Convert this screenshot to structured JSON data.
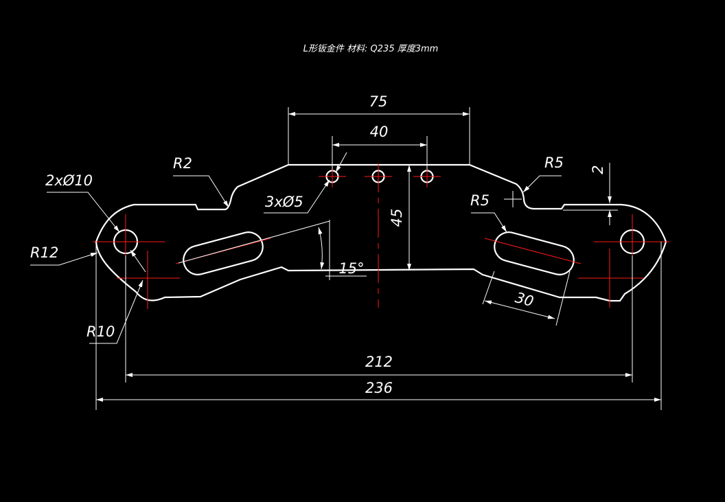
{
  "title": "L形钣金件  材料: Q235  厚度3mm",
  "dimensions": {
    "width_75": "75",
    "spacing_40": "40",
    "height_45": "45",
    "angle_15": "15°",
    "slot_30": "30",
    "thickness_2": "2",
    "center_212": "212",
    "overall_236": "236"
  },
  "callouts": {
    "r2": "R2",
    "r5_top": "R5",
    "r5_slot": "R5",
    "holes_2x10": "2xØ10",
    "holes_3x5": "3xØ5",
    "r12": "R12",
    "r10": "R10"
  },
  "colors": {
    "background": "#000000",
    "geometry": "#ffffff",
    "centerline": "#ff1a1a"
  }
}
